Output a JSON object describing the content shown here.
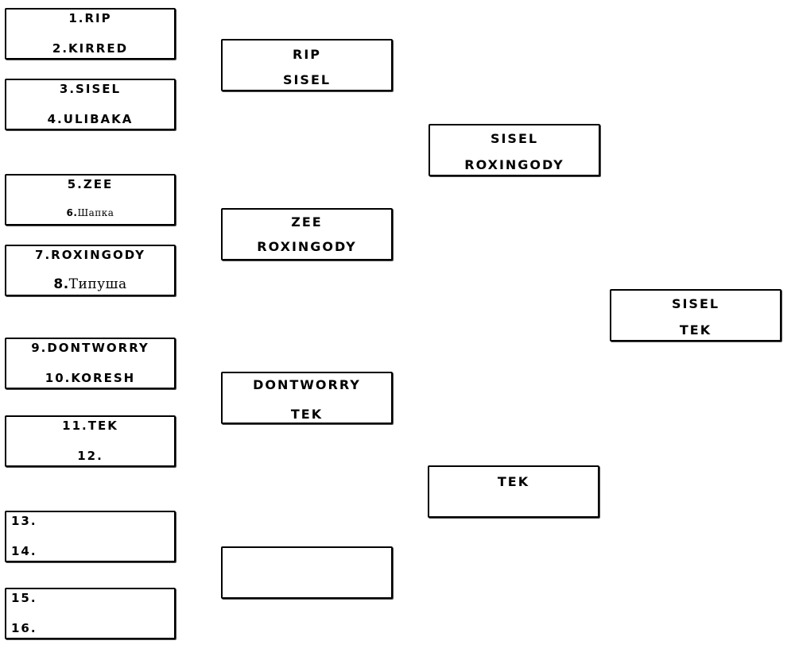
{
  "round1": [
    {
      "a": "1.RIP",
      "b": "2.KIRRED"
    },
    {
      "a": "3.SISEL",
      "b": "4.ULIBAKA"
    },
    {
      "a": "5.ZEE",
      "b_num": "6.",
      "b_name": "Шапка"
    },
    {
      "a": "7.ROXINGODY",
      "b_num": "8.",
      "b_name": "Типуша"
    },
    {
      "a": "9.DONTWORRY",
      "b": "10.KORESH"
    },
    {
      "a": "11.TEK",
      "b": "12."
    },
    {
      "a": "13.",
      "b": "14."
    },
    {
      "a": "15.",
      "b": "16."
    }
  ],
  "round2": [
    {
      "a": "RIP",
      "b": "SISEL"
    },
    {
      "a": "ZEE",
      "b": "ROXINGODY"
    },
    {
      "a": "DONTWORRY",
      "b": "TEK"
    },
    {
      "a": "",
      "b": ""
    }
  ],
  "round3": [
    {
      "a": "SISEL",
      "b": "ROXINGODY"
    },
    {
      "a": "TEK",
      "b": ""
    }
  ],
  "final": {
    "a": "SISEL",
    "b": "TEK"
  }
}
